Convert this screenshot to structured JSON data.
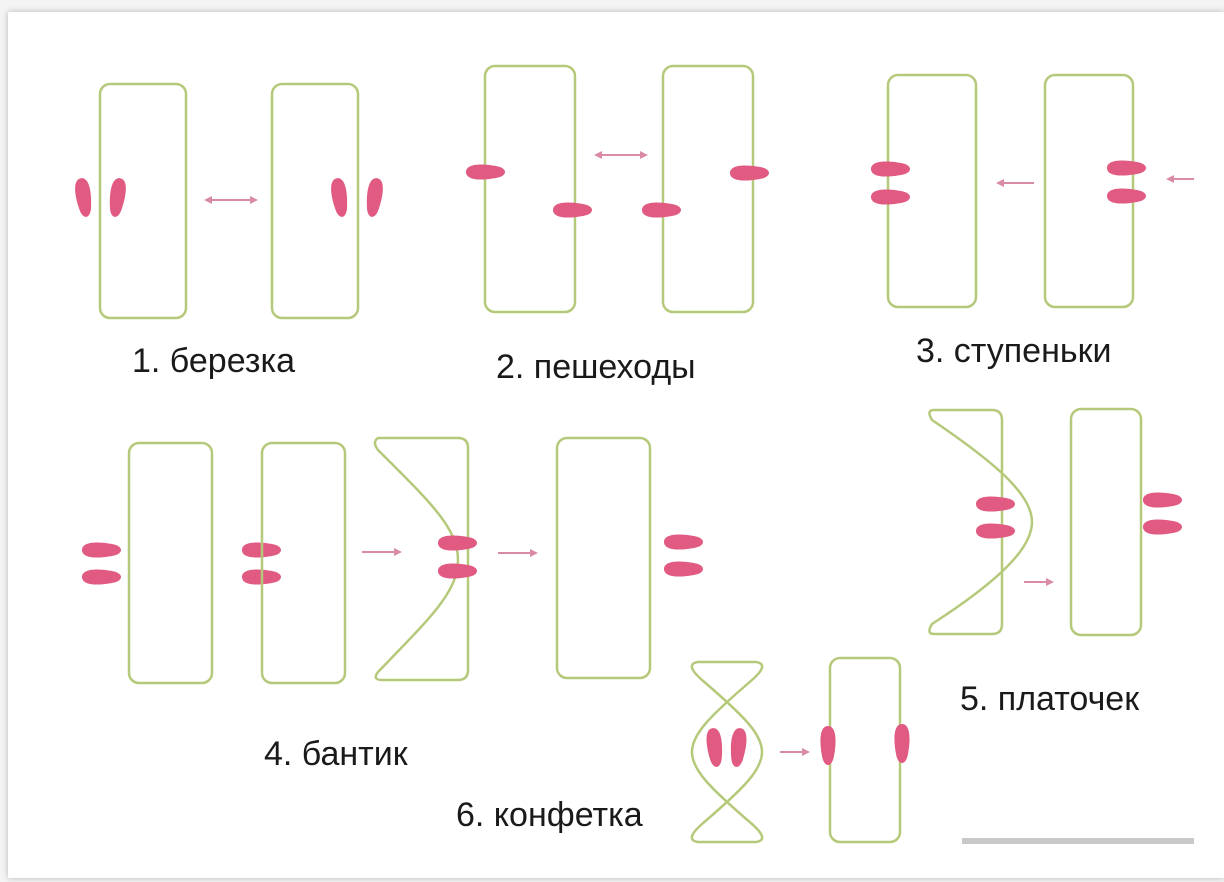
{
  "colors": {
    "outline": "#b5c97a",
    "foot": "#e05a82",
    "arrow": "#d98aa6",
    "text": "#1a1a1a",
    "scale_bar": "#c8c8c8"
  },
  "figures": [
    {
      "id": "1",
      "caption": "1. березка"
    },
    {
      "id": "2",
      "caption": "2. пешеходы"
    },
    {
      "id": "3",
      "caption": "3. ступеньки"
    },
    {
      "id": "4",
      "caption": "4. бантик"
    },
    {
      "id": "5",
      "caption": "5. платочек"
    },
    {
      "id": "6",
      "caption": "6. конфетка"
    }
  ],
  "icons": {
    "foot": "footprint-icon",
    "arrow": "arrow-icon",
    "double_arrow": "double-arrow-icon",
    "sheet": "paper-sheet"
  }
}
